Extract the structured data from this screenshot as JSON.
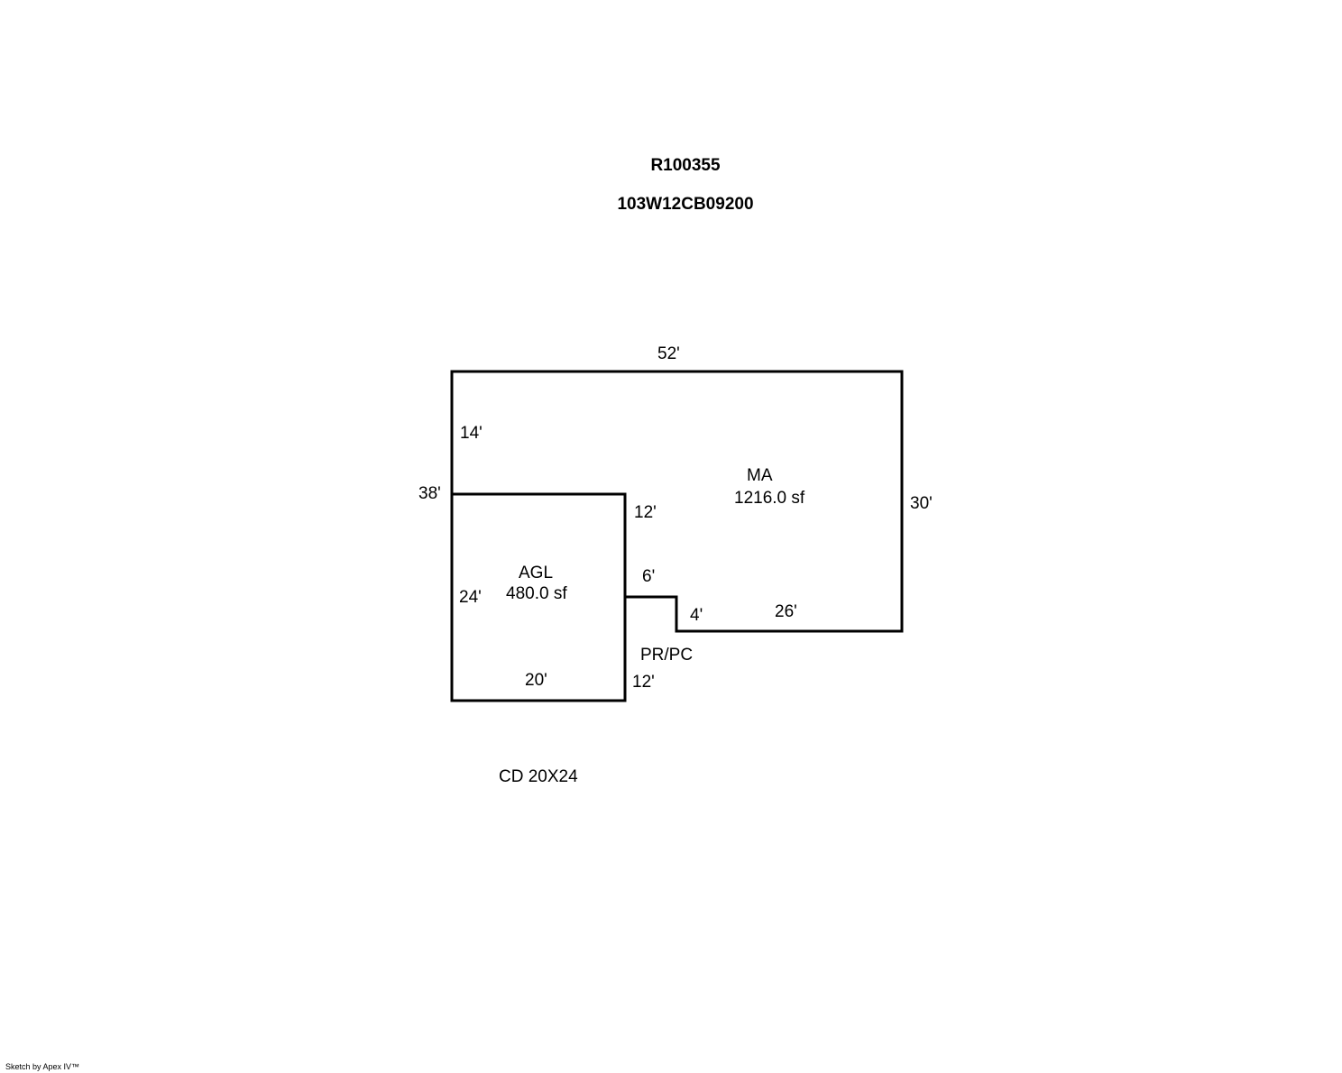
{
  "header": {
    "account_id": "R100355",
    "map_tax_lot": "103W12CB09200"
  },
  "areas": {
    "main": {
      "code": "MA",
      "area": "1216.0 sf"
    },
    "garage": {
      "code": "AGL",
      "area": "480.0 sf"
    },
    "porch": {
      "code": "PR/PC"
    }
  },
  "dimensions": {
    "top": "52'",
    "right": "30'",
    "left_overall": "38'",
    "left_upper": "14'",
    "garage_left": "24'",
    "garage_right_upper": "12'",
    "garage_right_lower": "12'",
    "garage_bottom": "20'",
    "notch_top": "6'",
    "notch_right": "4'",
    "bottom_right": "26'"
  },
  "note": "CD 20X24",
  "credit": "Sketch by Apex IV™",
  "colors": {
    "line": "#000000",
    "background": "#ffffff"
  }
}
